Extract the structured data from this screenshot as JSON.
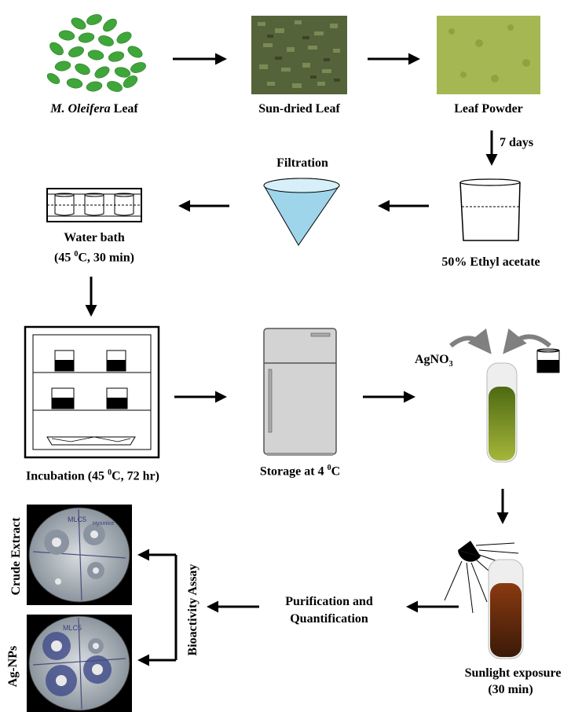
{
  "colors": {
    "leaf_green": "#3fa63a",
    "dried_leaf": "#5a6a3a",
    "powder": "#9cb04a",
    "green_extract": "#6f8a1e",
    "brown_np": "#5a2a10",
    "plate": "#c9cfd3",
    "arrow": "#000000"
  },
  "steps": {
    "leaf": {
      "name": "M. Oleifera",
      "suffix": " Leaf"
    },
    "sun_dried": "Sun-dried Leaf",
    "powder": "Leaf Powder",
    "days": "7 days",
    "ethyl": "50% Ethyl acetate",
    "filtration": "Filtration",
    "water_bath_1": "Water bath",
    "water_bath_2_pre": "(45 ",
    "water_bath_2_sup": "0",
    "water_bath_2_post": "C, 30 min)",
    "incubation_pre": "Incubation (45 ",
    "incubation_sup": "0",
    "incubation_post": "C, 72 hr)",
    "storage_pre": "Storage at 4 ",
    "storage_sup": "0",
    "storage_post": "C",
    "agno3_main": "AgNO",
    "agno3_sub": "3",
    "sunlight_1": "Sunlight exposure",
    "sunlight_2": "(30 min)",
    "purification_1": "Purification and",
    "purification_2": "Quantification",
    "bioactivity": "Bioactivity Assay",
    "crude": "Crude Extract",
    "agnps": "Ag-NPs"
  },
  "plate_texts": {
    "top_a": "MLC5",
    "top_b": "Hyomice",
    "bottom_a": "MLC5"
  }
}
